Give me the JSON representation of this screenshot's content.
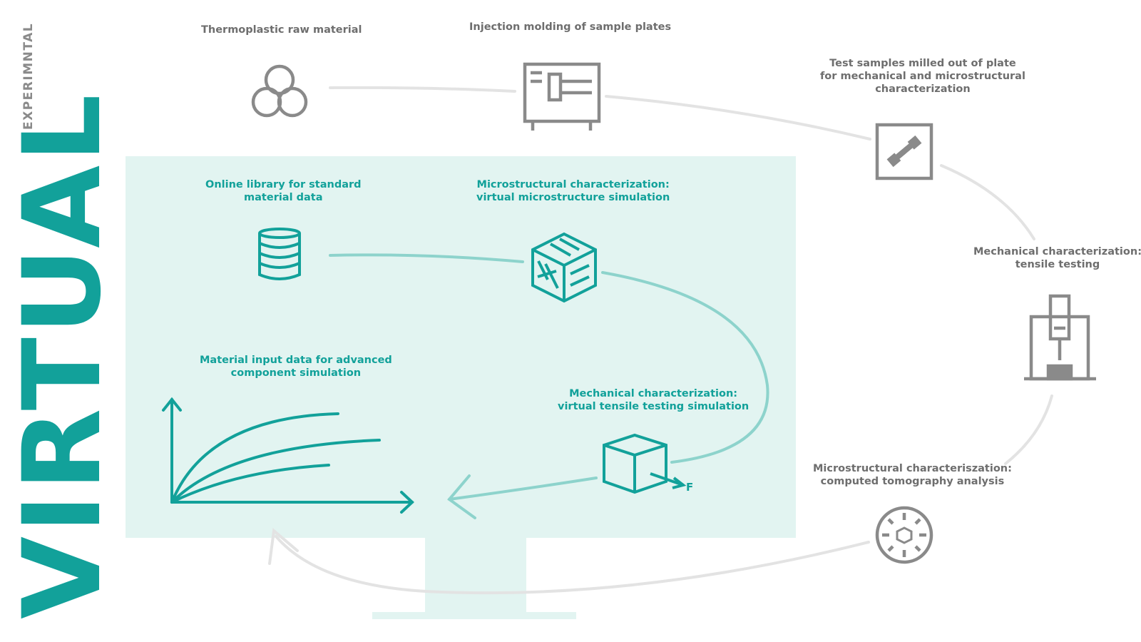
{
  "side": {
    "small_label": "EXPERIMNTAL",
    "big_label": "VIRTUAL"
  },
  "experimental": {
    "raw_material": [
      "Thermoplastic raw material"
    ],
    "injection": [
      "Injection molding of sample plates"
    ],
    "milled": [
      "Test samples milled out of plate",
      "for mechanical and microstructural",
      "characterization"
    ],
    "tensile": [
      "Mechanical characterization:",
      "tensile testing"
    ],
    "ct": [
      "Microstructural characteriszation:",
      "computed tomography analysis"
    ]
  },
  "virtual": {
    "library": [
      "Online library for standard",
      "material data"
    ],
    "micro_sim": [
      "Microstructural characterization:",
      "virtual microstructure simulation"
    ],
    "tensile_sim": [
      "Mechanical characterization:",
      "virtual tensile testing simulation"
    ],
    "input_data": [
      "Material input data for advanced",
      "component simulation"
    ],
    "force_label": "F"
  },
  "colors": {
    "teal": "#12a19a",
    "teal_light": "#8dd3cc",
    "grey": "#8a8a8a",
    "grey_light": "#e3e3e3",
    "screen": "#e2f4f1"
  },
  "icons": [
    "granules-icon",
    "injection-machine-icon",
    "test-specimen-icon",
    "tensile-tester-icon",
    "ct-scanner-icon",
    "database-icon",
    "microstructure-cube-icon",
    "tensile-cube-icon",
    "stress-strain-curves-icon"
  ]
}
